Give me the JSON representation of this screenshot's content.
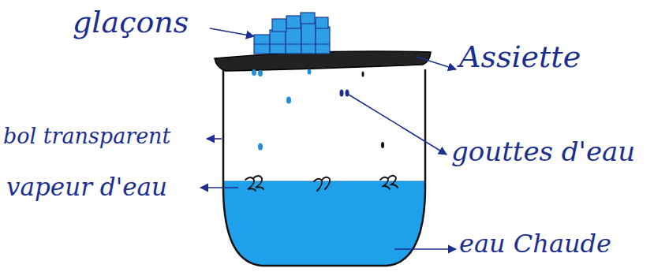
{
  "diagram": {
    "labels": [
      "glaçons",
      "Assiette",
      "bol transparent",
      "gouttes d'eau",
      "vapeur d'eau",
      "eau Chaude"
    ]
  }
}
